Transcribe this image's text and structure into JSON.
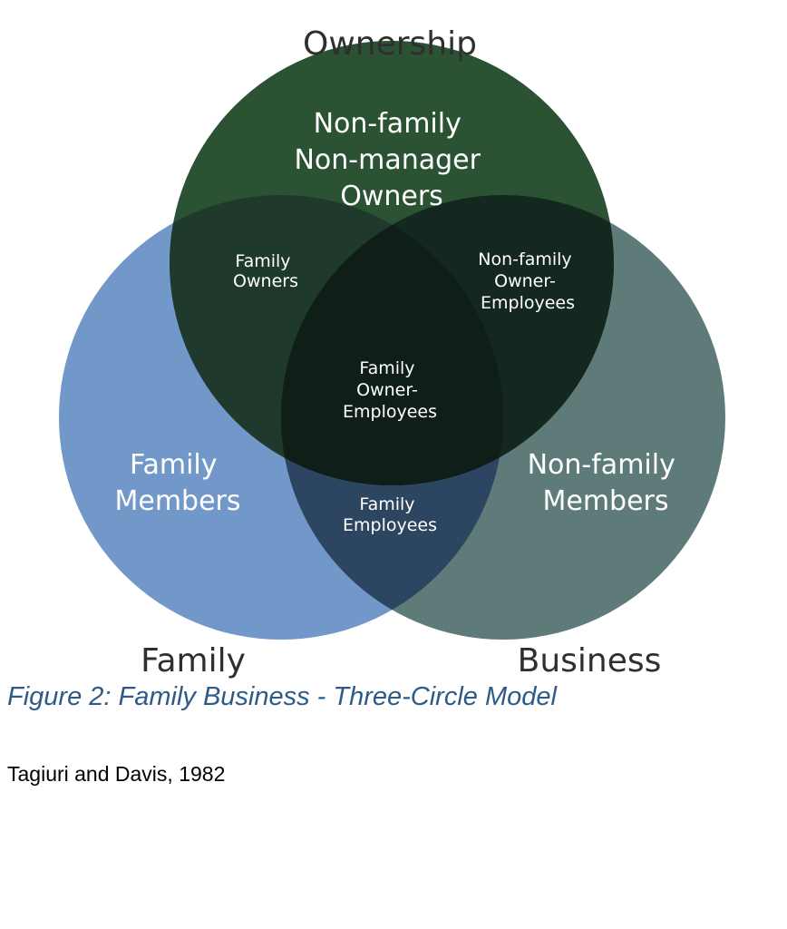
{
  "diagram": {
    "circle_titles": {
      "ownership": "Ownership",
      "family": "Family",
      "business": "Business"
    },
    "regions": {
      "ownership_only": [
        "Non-family",
        "Non-manager",
        "Owners"
      ],
      "family_only": [
        "Family",
        "Members"
      ],
      "business_only": [
        "Non-family",
        "Members"
      ],
      "family_ownership": [
        "Family",
        "Owners"
      ],
      "ownership_business": [
        "Non-family",
        "Owner-",
        "Employees"
      ],
      "family_business": [
        "Family",
        "Employees"
      ],
      "center": [
        "Family",
        "Owner-",
        "Employees"
      ]
    },
    "colors": {
      "family_circle": "#7198c8",
      "business_circle": "#5e7b7a",
      "ownership_circle": "#2a5233",
      "overlap_family_ownership": "#1f3a2c",
      "overlap_ownership_business": "#14281f",
      "overlap_family_business": "#2c4662",
      "center": "#0f1e17"
    }
  },
  "caption": "Figure 2: Family Business - Three-Circle Model",
  "citation": "Tagiuri and Davis, 1982"
}
